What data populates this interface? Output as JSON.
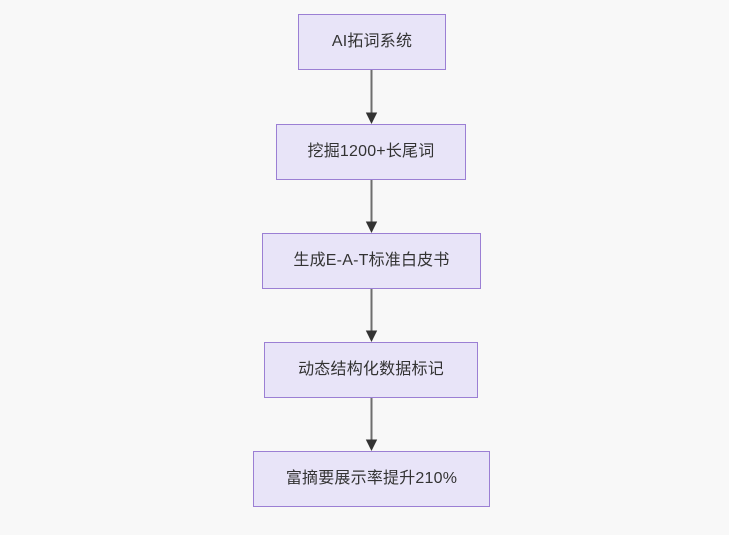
{
  "diagram": {
    "title": "AI SEO content pipeline flowchart",
    "orientation": "top-to-bottom",
    "background_color": "#f8f8f8",
    "node_fill_color": "#e8e4f8",
    "node_border_color": "#9b7fd4",
    "node_text_color": "#333333",
    "edge_line_color": "#6e6e6e",
    "edge_arrow_color": "#333333",
    "nodes": [
      {
        "id": "n1",
        "label": "AI拓词系统"
      },
      {
        "id": "n2",
        "label": "挖掘1200+长尾词"
      },
      {
        "id": "n3",
        "label": "生成E-A-T标准白皮书"
      },
      {
        "id": "n4",
        "label": "动态结构化数据标记"
      },
      {
        "id": "n5",
        "label": "富摘要展示率提升210%"
      }
    ],
    "edges": [
      {
        "id": "e1",
        "from": "n1",
        "to": "n2",
        "label": ""
      },
      {
        "id": "e2",
        "from": "n2",
        "to": "n3",
        "label": ""
      },
      {
        "id": "e3",
        "from": "n3",
        "to": "n4",
        "label": ""
      },
      {
        "id": "e4",
        "from": "n4",
        "to": "n5",
        "label": ""
      }
    ]
  }
}
